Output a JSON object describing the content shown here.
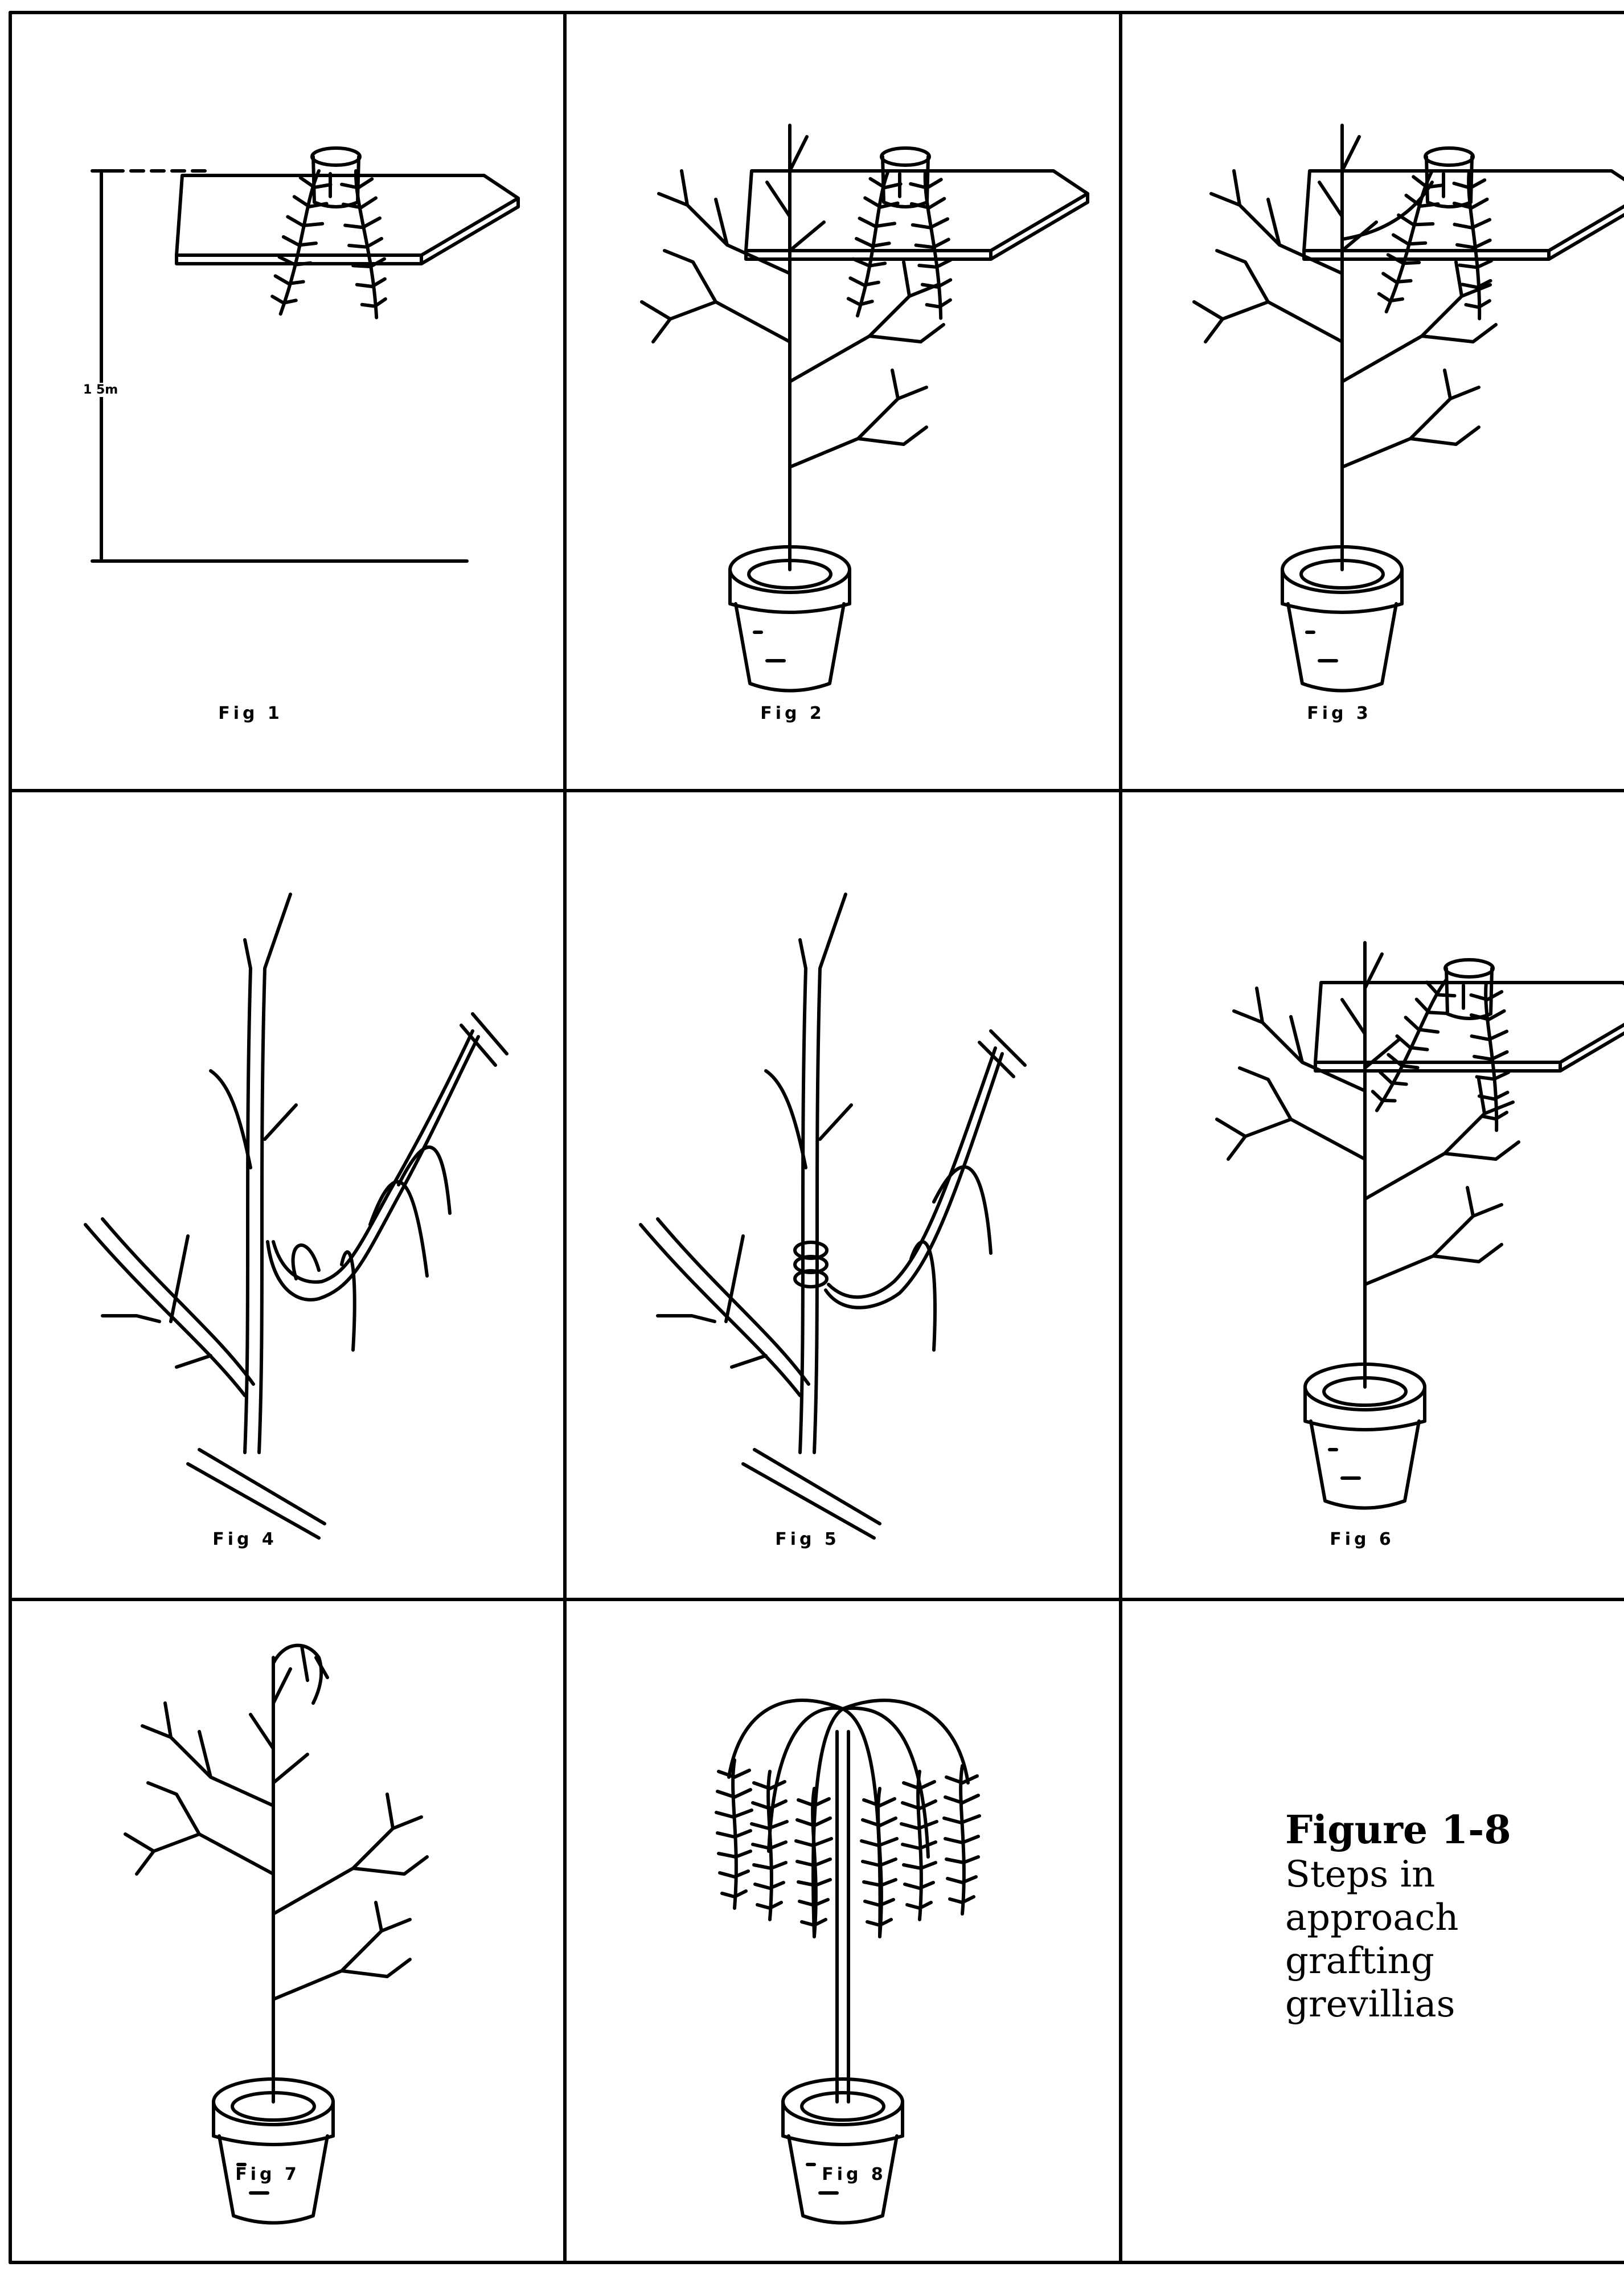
{
  "figures": [
    {
      "label": "Fig 1",
      "step": "stock marker set at height, scion pot on shelf"
    },
    {
      "label": "Fig 2",
      "step": "stock plant under scion shelf"
    },
    {
      "label": "Fig 3",
      "step": "scion branch brought to stock"
    },
    {
      "label": "Fig 4",
      "step": "stock and scion stems cut"
    },
    {
      "label": "Fig 5",
      "step": "graft union tied"
    },
    {
      "label": "Fig 6",
      "step": "graft growing together"
    },
    {
      "label": "Fig 7",
      "step": "scion severed, stock top pruned"
    },
    {
      "label": "Fig 8",
      "step": "finished weeping standard"
    }
  ],
  "fig1_height": "1 5m",
  "caption": {
    "title": "Figure 1-8",
    "lines": [
      "Steps in",
      "approach",
      "grafting",
      "grevillias"
    ]
  }
}
